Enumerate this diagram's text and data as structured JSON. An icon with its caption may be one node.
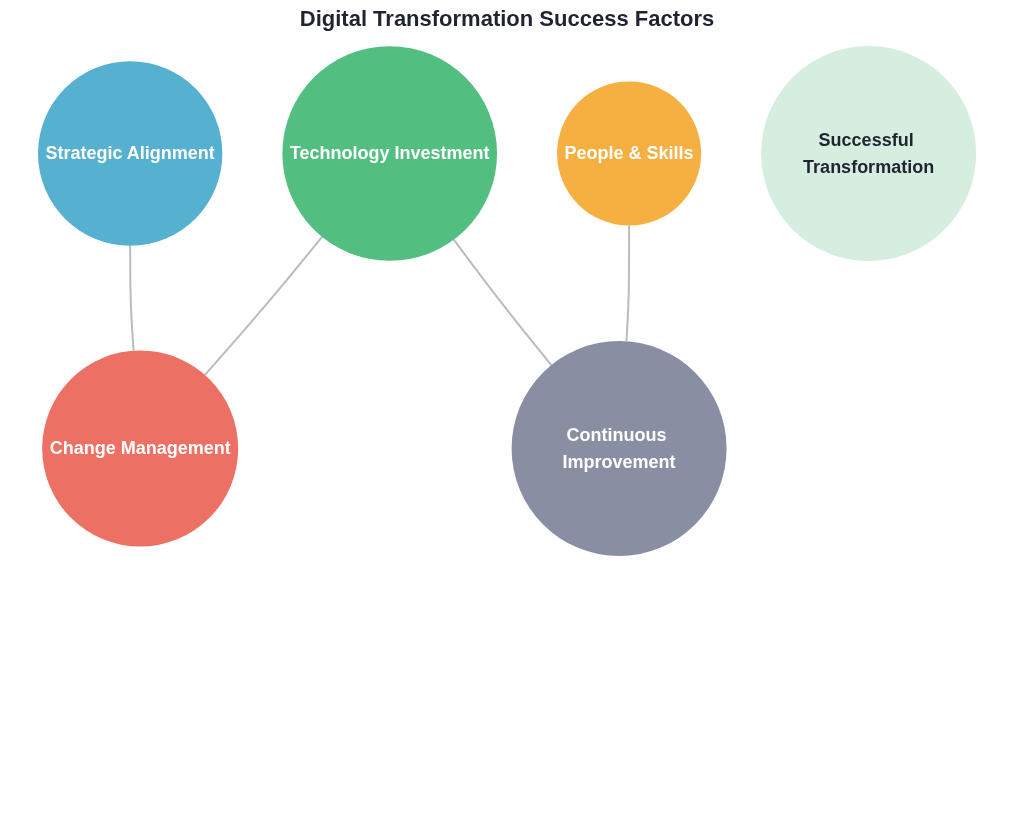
{
  "diagram": {
    "title": "Digital Transformation Success Factors",
    "nodes": [
      {
        "text": [
          "Strategic Alignment"
        ]
      },
      {
        "text": [
          "Technology Investment"
        ]
      },
      {
        "text": [
          "People & Skills"
        ]
      },
      {
        "text": [
          "Change Management"
        ]
      },
      {
        "text": [
          "Continuous Improvement"
        ]
      },
      {
        "text": [
          "Successful Transformation"
        ]
      }
    ],
    "edges": [
      {
        "from": 0,
        "to": 3,
        "arrow": "none"
      },
      {
        "from": 1,
        "to": 3,
        "arrow": "none"
      },
      {
        "from": 1,
        "to": 4,
        "arrow": "none"
      },
      {
        "from": 2,
        "to": 4,
        "arrow": "none"
      }
    ]
  }
}
